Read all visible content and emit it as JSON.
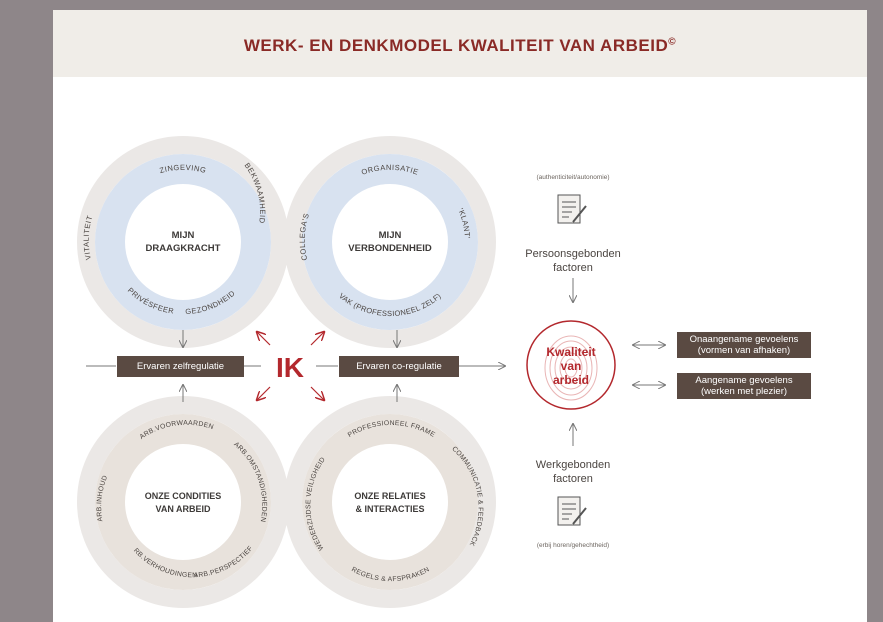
{
  "title": "WERK- EN DENKMODEL KWALITEIT VAN ARBEID",
  "title_mark": "©",
  "colors": {
    "accent_red": "#b3282d",
    "dark_box": "#5a4a42",
    "blue_circle": "#d8e2f0",
    "beige_circle": "#e8e2dc",
    "ring": "#ebe8e6"
  },
  "circles": {
    "draagkracht": {
      "center": "MIJN DRAAGKRACHT",
      "center_lines": [
        "MIJN",
        "DRAAGKRACHT"
      ],
      "labels": [
        "ZINGEVING",
        "BEKWAAMHEID",
        "GEZONDHEID",
        "PRIVÉSFEER",
        "VITALITEIT"
      ]
    },
    "verbondenheid": {
      "center_lines": [
        "MIJN",
        "VERBONDENHEID"
      ],
      "labels": [
        "ORGANISATIE",
        "'KLANT'",
        "VAK (PROFESSIONEEL ZELF)",
        "COLLEGA'S"
      ]
    },
    "condities": {
      "center_lines": [
        "ONZE CONDITIES",
        "VAN ARBEID"
      ],
      "labels": [
        "ARB.VOORWAARDEN",
        "ARB.OMSTANDIGHEDEN",
        "ARB.PERSPECTIEF",
        "ARB.VERHOUDINGEN",
        "ARB.INHOUD"
      ]
    },
    "relaties": {
      "center_lines": [
        "ONZE RELATIES",
        "& INTERACTIES"
      ],
      "labels": [
        "PROFESSIONEEL FRAME",
        "COMMUNICATIE & FEEDBACK",
        "REGELS & AFSPRAKEN",
        "WEDERZIJDSE VEILIGHEID"
      ]
    }
  },
  "center_label": "IK",
  "boxes": {
    "zelfregulatie": "Ervaren zelfregulatie",
    "coregulatie": "Ervaren co-regulatie",
    "onaangename": [
      "Onaangename gevoelens",
      "(vormen van afhaken)"
    ],
    "aangename": [
      "Aangename gevoelens",
      "(werken met plezier)"
    ]
  },
  "kwaliteit": [
    "Kwaliteit",
    "van",
    "arbeid"
  ],
  "persoonsgebonden": {
    "note": "(authenticiteit/autonomie)",
    "label_lines": [
      "Persoonsgebonden",
      "factoren"
    ]
  },
  "werkgebonden": {
    "note": "(erbij horen/gehechtheid)",
    "label_lines": [
      "Werkgebonden",
      "factoren"
    ]
  }
}
